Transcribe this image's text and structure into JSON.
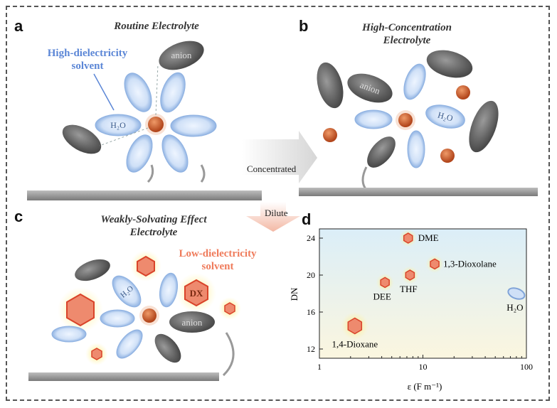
{
  "panels": {
    "a": {
      "letter": "a",
      "title": "Routine Electrolyte",
      "note": "High-dielectricity solvent",
      "anion": "anion",
      "water": "H₂O"
    },
    "b": {
      "letter": "b",
      "title_line1": "High-Concentration",
      "title_line2": "Electrolyte",
      "anion": "anion",
      "water": "H₂O"
    },
    "c": {
      "letter": "c",
      "title_line1": "Weakly-Solvating Effect",
      "title_line2": "Electrolyte",
      "note_line1": "Low-dielectricity",
      "note_line2": "solvent",
      "anion": "anion",
      "water": "H₂O",
      "dx": "DX"
    },
    "d": {
      "letter": "d"
    }
  },
  "arrows": {
    "concentrated": "Concentrated",
    "dilute": "Dilute"
  },
  "colors": {
    "solvent_blue": "#a9c6ec",
    "ion_orange": "#c9582b",
    "anion_grey": "#6e6e6e",
    "dx_fill": "#ee8a6e",
    "dx_glow": "#ffd400"
  },
  "chart_data": {
    "type": "scatter",
    "xlabel": "ε (F m⁻¹)",
    "ylabel": "DN",
    "xscale": "log",
    "xlim": [
      1,
      100
    ],
    "ylim": [
      11,
      25
    ],
    "xticks": [
      1,
      10,
      100
    ],
    "yticks": [
      12,
      16,
      20,
      24
    ],
    "points": [
      {
        "name": "DME",
        "x": 7.2,
        "y": 24
      },
      {
        "name": "1,3-Dioxolane",
        "x": 13,
        "y": 21.2
      },
      {
        "name": "THF",
        "x": 7.5,
        "y": 20
      },
      {
        "name": "DEE",
        "x": 4.3,
        "y": 19.2
      },
      {
        "name": "H₂O",
        "x": 80,
        "y": 18
      },
      {
        "name": "1,4-Dioxane",
        "x": 2.2,
        "y": 14.5
      }
    ]
  }
}
